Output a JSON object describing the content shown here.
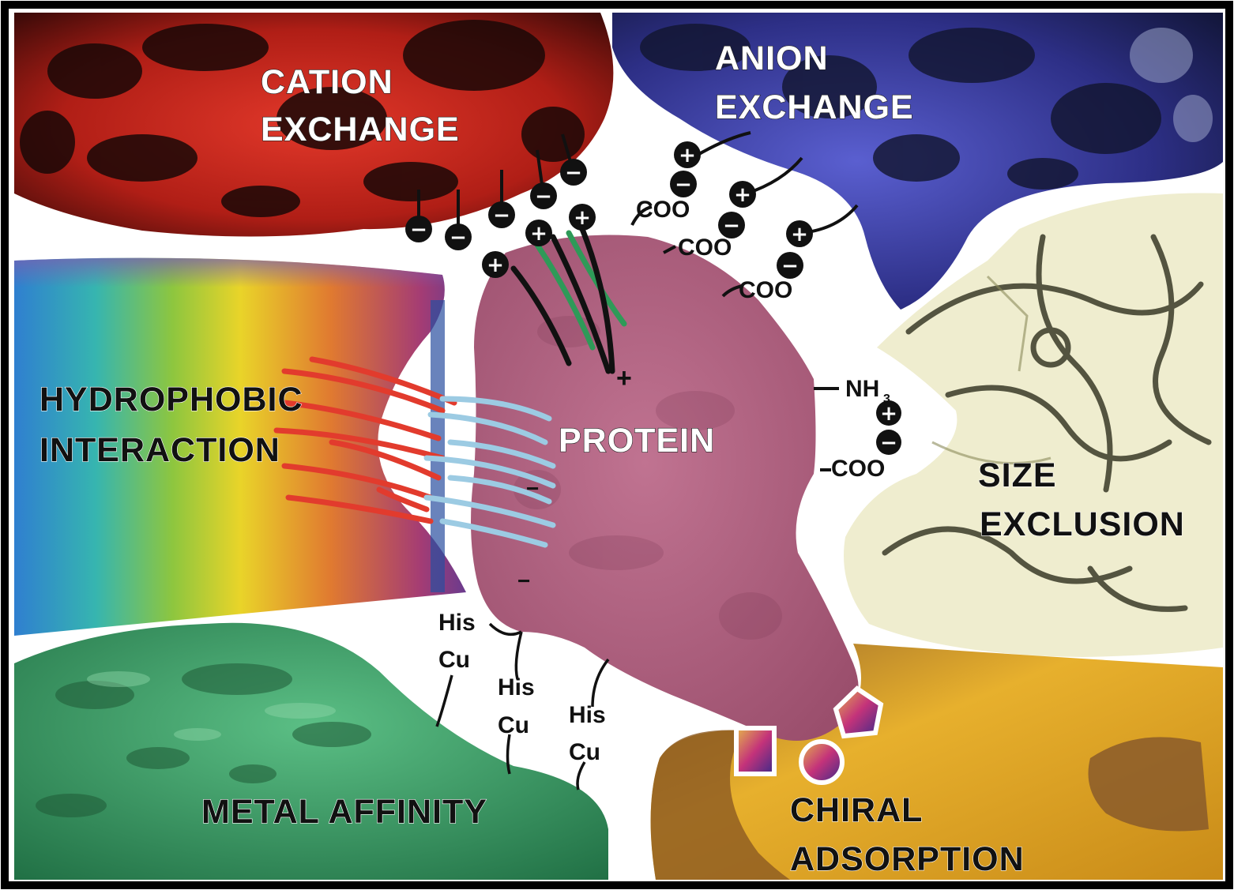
{
  "regions": {
    "cation_exchange": {
      "line1": "CATION",
      "line2": "EXCHANGE",
      "color": "#c0261c"
    },
    "anion_exchange": {
      "line1": "ANION",
      "line2": "EXCHANGE",
      "color": "#3b3f9a"
    },
    "hydrophobic_interaction": {
      "line1": "HYDROPHOBIC",
      "line2": "INTERACTION"
    },
    "size_exclusion": {
      "line1": "SIZE",
      "line2": "EXCLUSION",
      "color": "#efeccc"
    },
    "metal_affinity": {
      "line1": "METAL AFFINITY",
      "color": "#3f9b63"
    },
    "chiral_adsorption": {
      "line1": "CHIRAL",
      "line2": "ADSORPTION",
      "color": "#d9a025"
    }
  },
  "protein": {
    "label": "PROTEIN",
    "color": "#b0607f"
  },
  "symbols": {
    "plus": "+",
    "minus": "−",
    "coo": "COO",
    "nh3": "NH",
    "nh3_sub": "3",
    "his": "His",
    "cu": "Cu"
  },
  "strand_colors": {
    "hydrophobic_support": "#e23b2d",
    "hydrophobic_protein": "#9ccbe3",
    "cation_green": "#2e9a58"
  }
}
